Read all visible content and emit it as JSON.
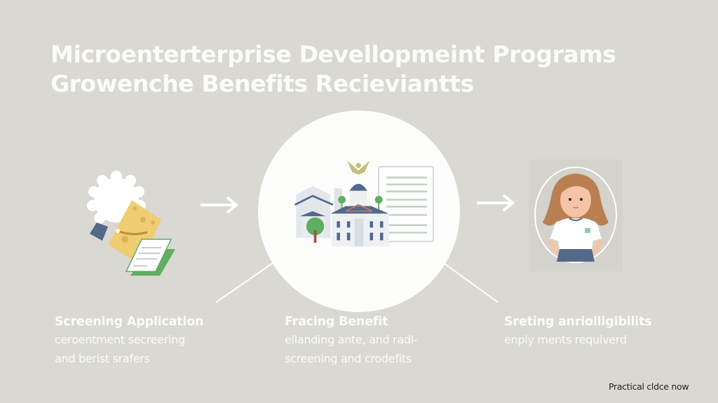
{
  "header": {
    "title_line_1": "Microenterterprise Devellopmeint Programs",
    "title_line_2": "Growenche Benefits Recieviantts"
  },
  "icons": {
    "left": "certificate-document-icon",
    "arrow_1": "arrow-right-icon",
    "center": "government-building-icon",
    "arrow_2": "arrow-right-icon",
    "right": "recipient-portrait-icon"
  },
  "steps": [
    {
      "title": "Screening Application",
      "desc_line_1": "cerоentment secreering",
      "desc_line_2": "and berist srafers"
    },
    {
      "title": "Fracing Benefit",
      "desc_line_1": "ellanding ante, and radl-",
      "desc_line_2": "screening and crodefits"
    },
    {
      "title": "Sreting anriolligibilits",
      "desc_line_1": "enply ments requiverd"
    }
  ],
  "footer": {
    "note": "Practical cldce now"
  },
  "colors": {
    "background": "#d9d8d2",
    "text_light": "#fbfbf9",
    "circle": "#fdfdfc",
    "accent_blue": "#52698c",
    "accent_green": "#5fae62",
    "accent_yellow": "#f0cd73",
    "hair_brown": "#b97f52"
  }
}
